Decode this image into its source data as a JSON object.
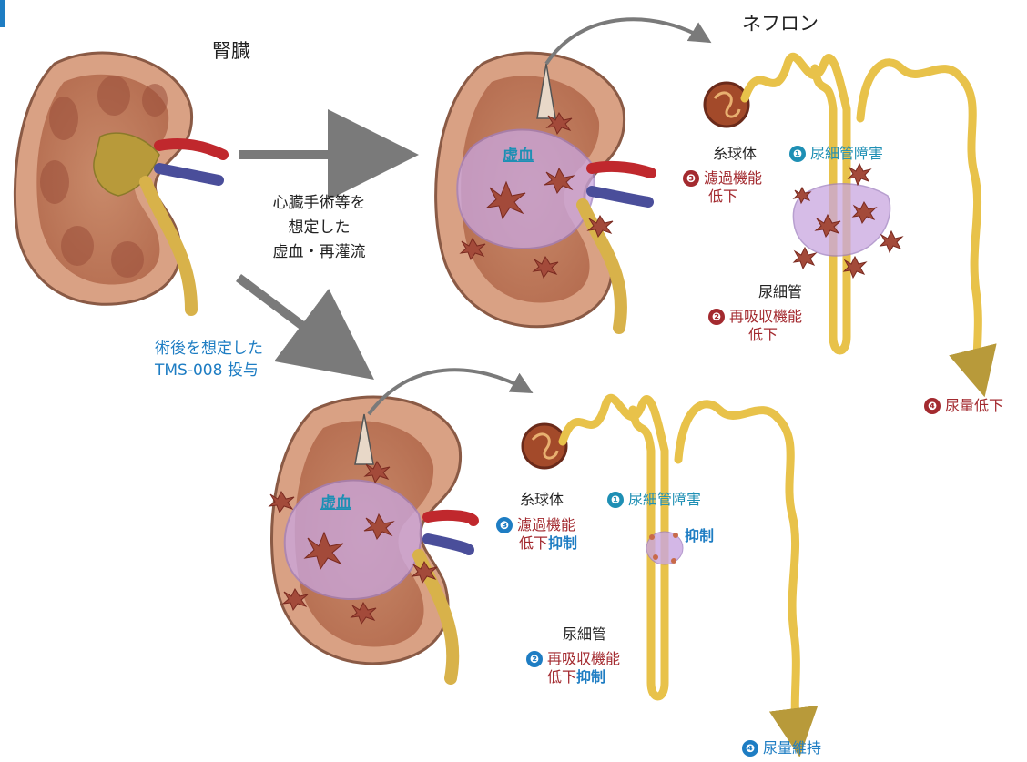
{
  "labels": {
    "kidney_title": "腎臓",
    "nephron_title": "ネフロン",
    "condition_line1": "心臓手術等を",
    "condition_line2": "想定した",
    "condition_line3": "虚血・再灌流",
    "drug_line1": "術後を想定した",
    "drug_line2": "TMS-008 投与",
    "ischemia_top": "虚血",
    "ischemia_bottom": "虚血",
    "glomerulus_top": "糸球体",
    "glomerulus_bottom": "糸球体",
    "tubule_top": "尿細管",
    "tubule_bottom": "尿細管",
    "n1": "❶",
    "n2": "❷",
    "n3": "❸",
    "n4": "❹",
    "tubular_damage_top": "尿細管障害",
    "tubular_damage_bottom": "尿細管障害",
    "suppress": "抑制",
    "filtration_top_l1": "濾過機能",
    "filtration_top_l2": "低下",
    "filtration_bottom_l1": "濾過機能",
    "filtration_bottom_l2": "低下",
    "reabsorption_top_l1": "再吸収機能",
    "reabsorption_top_l2": "低下",
    "reabsorption_bottom_l1": "再吸収機能",
    "reabsorption_bottom_l2": "低下",
    "urine_decrease": "尿量低下",
    "urine_maintain": "尿量維持"
  },
  "colors": {
    "accent_blue": "#1e7dc3",
    "damage_red": "#a32a2f",
    "tubule_yellow": "#e8c24a",
    "ischemia_purple": "#c9a6e0",
    "kidney_tissue": "#d19a7e",
    "arrow_gray": "#7a7a7a"
  }
}
